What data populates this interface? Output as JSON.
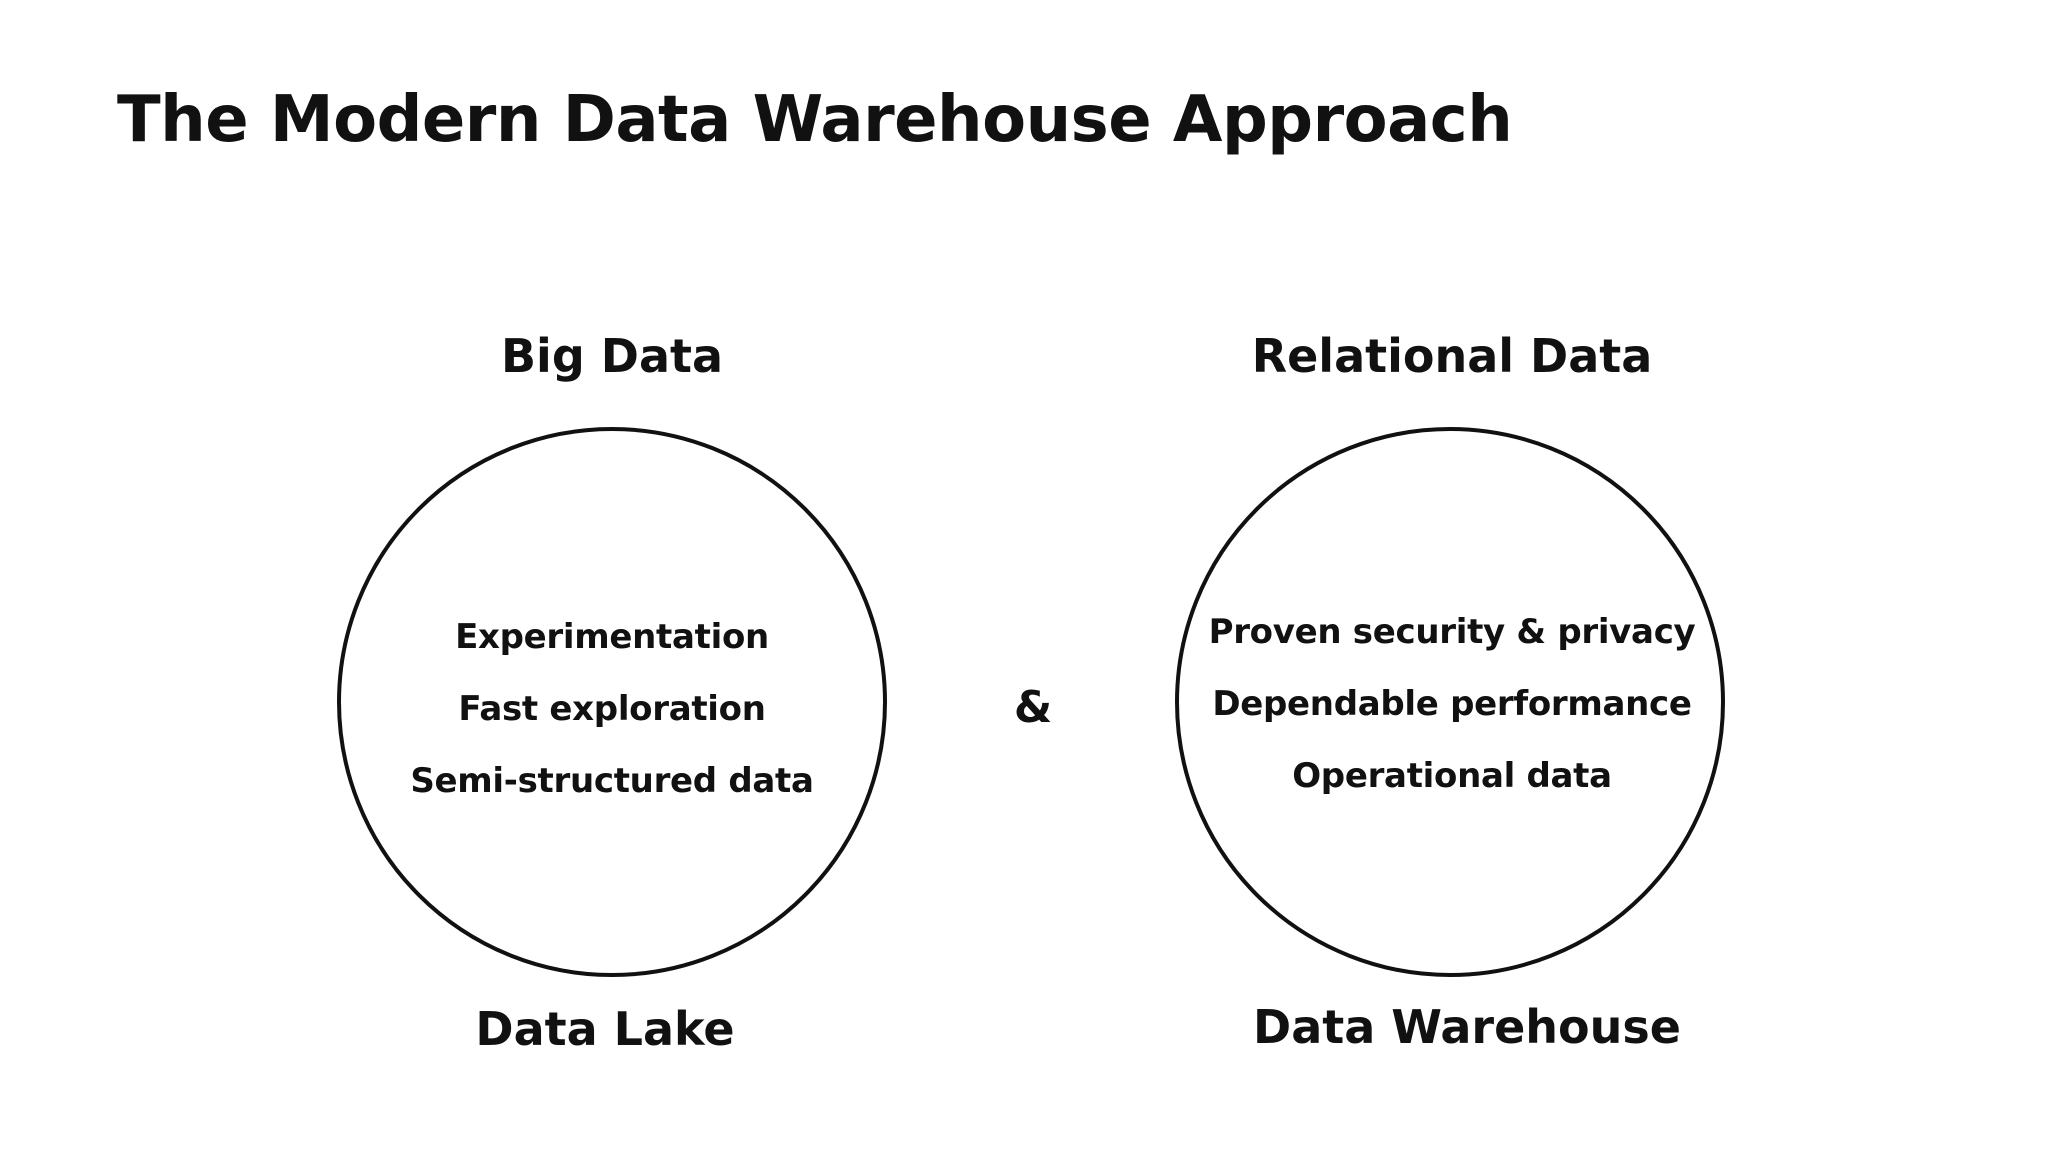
{
  "title": "The Modern Data Warehouse Approach",
  "left": {
    "top_label": "Big Data",
    "items": [
      "Experimentation",
      "Fast exploration",
      "Semi-structured data"
    ],
    "bottom_label": "Data Lake"
  },
  "connector": "&",
  "right": {
    "top_label": "Relational Data",
    "items": [
      "Proven security & privacy",
      "Dependable performance",
      "Operational data"
    ],
    "bottom_label": "Data Warehouse"
  }
}
